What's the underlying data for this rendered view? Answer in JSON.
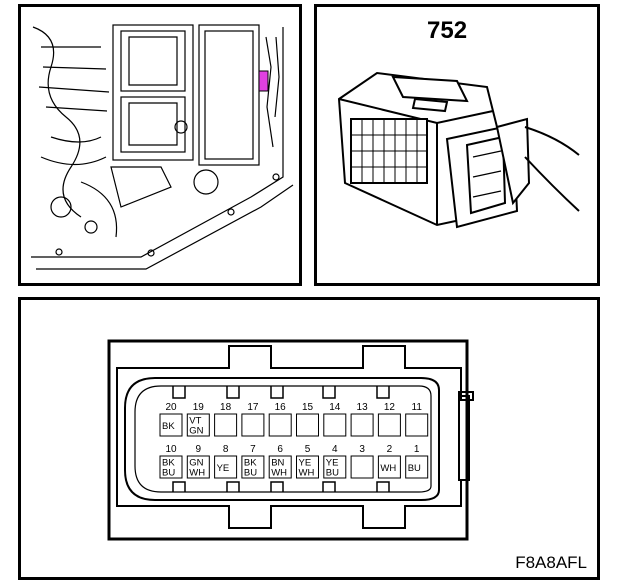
{
  "connector": {
    "number": "752"
  },
  "figure_id": "F8A8AFL",
  "location_marker_color": "#e040e0",
  "pins_top": [
    {
      "num": "20",
      "color": [
        "BK"
      ]
    },
    {
      "num": "19",
      "color": [
        "VT",
        "GN"
      ]
    },
    {
      "num": "18",
      "color": []
    },
    {
      "num": "17",
      "color": []
    },
    {
      "num": "16",
      "color": []
    },
    {
      "num": "15",
      "color": []
    },
    {
      "num": "14",
      "color": []
    },
    {
      "num": "13",
      "color": []
    },
    {
      "num": "12",
      "color": []
    },
    {
      "num": "11",
      "color": []
    }
  ],
  "pins_bottom": [
    {
      "num": "10",
      "color": [
        "BK",
        "BU"
      ]
    },
    {
      "num": "9",
      "color": [
        "GN",
        "WH"
      ]
    },
    {
      "num": "8",
      "color": [
        "YE"
      ]
    },
    {
      "num": "7",
      "color": [
        "BK",
        "BU"
      ]
    },
    {
      "num": "6",
      "color": [
        "BN",
        "WH"
      ]
    },
    {
      "num": "5",
      "color": [
        "YE",
        "WH"
      ]
    },
    {
      "num": "4",
      "color": [
        "YE",
        "BU"
      ]
    },
    {
      "num": "3",
      "color": []
    },
    {
      "num": "2",
      "color": [
        "WH"
      ]
    },
    {
      "num": "1",
      "color": [
        "BU"
      ]
    }
  ]
}
